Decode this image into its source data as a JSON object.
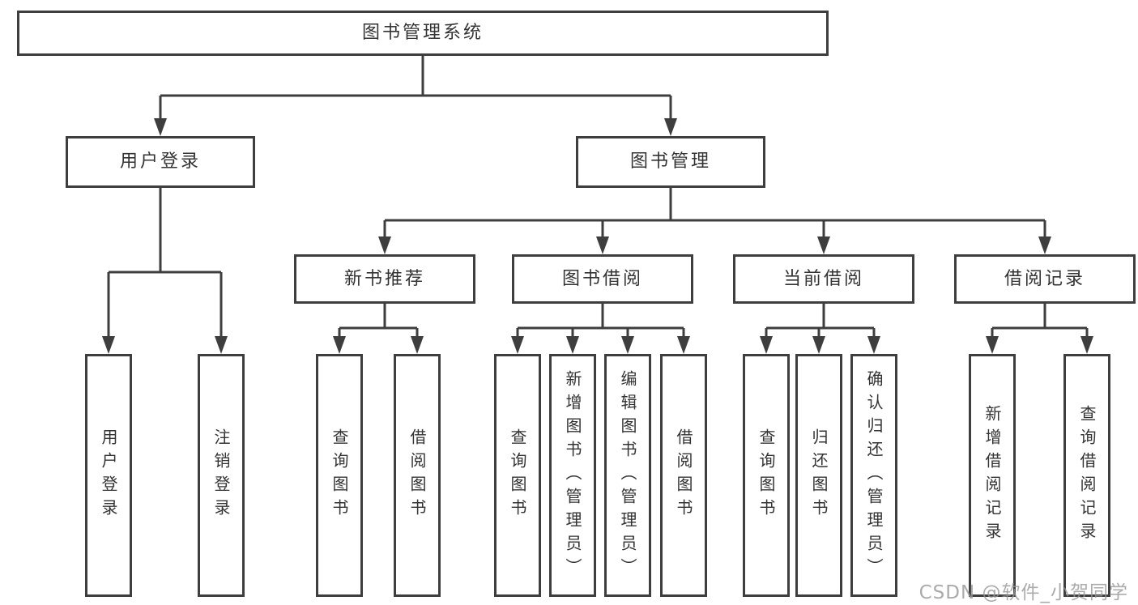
{
  "diagram": {
    "title": "图书管理系统",
    "root": {
      "label": "图书管理系统",
      "children": [
        {
          "label": "用户登录",
          "children": [
            {
              "label": "用户登录"
            },
            {
              "label": "注销登录"
            }
          ]
        },
        {
          "label": "图书管理",
          "children": [
            {
              "label": "新书推荐",
              "children": [
                {
                  "label": "查询图书"
                },
                {
                  "label": "借阅图书"
                }
              ]
            },
            {
              "label": "图书借阅",
              "children": [
                {
                  "label": "查询图书"
                },
                {
                  "label": "新增图书（管理员）"
                },
                {
                  "label": "编辑图书（管理员）"
                },
                {
                  "label": "借阅图书"
                }
              ]
            },
            {
              "label": "当前借阅",
              "children": [
                {
                  "label": "查询图书"
                },
                {
                  "label": "归还图书"
                },
                {
                  "label": "确认归还（管理员）"
                }
              ]
            },
            {
              "label": "借阅记录",
              "children": [
                {
                  "label": "新增借阅记录"
                },
                {
                  "label": "查询借阅记录"
                }
              ]
            }
          ]
        }
      ]
    },
    "colors": {
      "line": "#3e3e3e",
      "border": "#3e3e3e",
      "text": "#333333",
      "background": "#ffffff",
      "watermark": "#969696"
    }
  },
  "watermark": {
    "text": "CSDN @软件_小贺同学"
  }
}
